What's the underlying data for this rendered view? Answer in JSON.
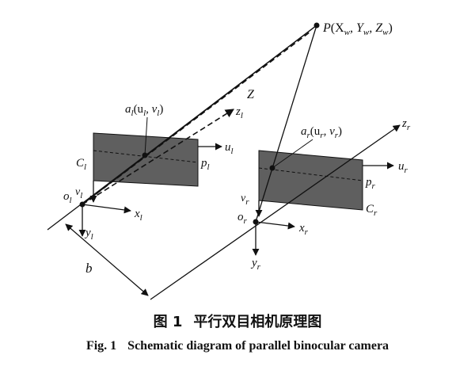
{
  "labels": {
    "P": "P",
    "P_coords": "(X",
    "P_w1": "w",
    "P_sep1": ", Y",
    "P_w2": "w",
    "P_sep2": ", Z",
    "P_w3": "w",
    "P_close": ")",
    "Z": "Z",
    "al": "a",
    "al_sub": "l",
    "al_coords": "(u",
    "al_sub2": "l",
    "al_mid": ", v",
    "al_sub3": "l",
    "al_close": ")",
    "ar": "a",
    "ar_sub": "r",
    "ar_coords": "(u",
    "ar_sub2": "r",
    "ar_mid": ", v",
    "ar_sub3": "r",
    "ar_close": ")",
    "zl": "z",
    "zl_sub": "l",
    "zr": "z",
    "zr_sub": "r",
    "ul": "u",
    "ul_sub": "l",
    "ur": "u",
    "ur_sub": "r",
    "pl": "p",
    "pl_sub": "l",
    "pr": "p",
    "pr_sub": "r",
    "Cl": "C",
    "Cl_sub": "l",
    "Cr": "C",
    "Cr_sub": "r",
    "vl": "v",
    "vl_sub": "l",
    "vr": "v",
    "vr_sub": "r",
    "ol": "o",
    "ol_sub": "l",
    "or": "o",
    "or_sub": "r",
    "xl": "x",
    "xl_sub": "l",
    "xr": "x",
    "xr_sub": "r",
    "yl": "y",
    "yl_sub": "l",
    "yr": "y",
    "yr_sub": "r",
    "b": "b"
  },
  "caption": {
    "cn_number": "图 1",
    "cn_text": "平行双目相机原理图",
    "en_number": "Fig. 1",
    "en_text": "Schematic diagram of parallel binocular camera"
  },
  "colors": {
    "plane_fill": "#5f5f5f",
    "line": "#111111"
  }
}
